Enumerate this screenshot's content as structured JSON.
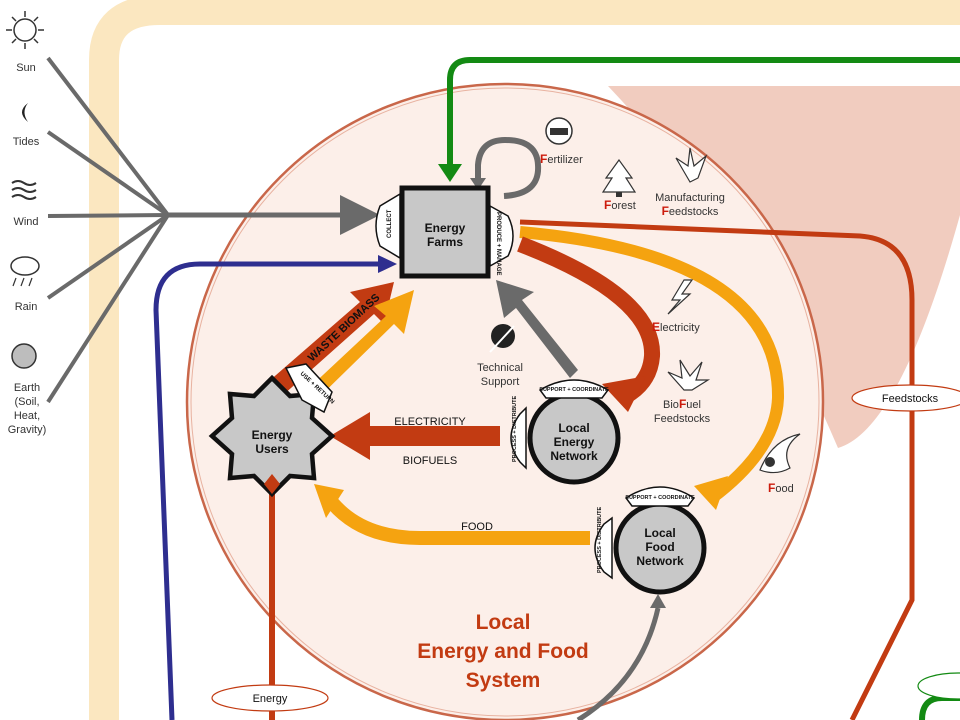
{
  "sources": [
    {
      "id": "sun",
      "label": "Sun",
      "icon": "sun-icon"
    },
    {
      "id": "tides",
      "label": "Tides",
      "icon": "moon-icon"
    },
    {
      "id": "wind",
      "label": "Wind",
      "icon": "wind-icon"
    },
    {
      "id": "rain",
      "label": "Rain",
      "icon": "rain-cloud-icon"
    },
    {
      "id": "earth",
      "label": "Earth",
      "label_lines": [
        "(Soil,",
        "Heat,",
        "Gravity)"
      ],
      "icon": "earth-sphere-icon"
    }
  ],
  "system": {
    "title_lines": [
      "Local",
      "Energy and Food",
      "System"
    ]
  },
  "nodes": {
    "energy_farms": {
      "lines": [
        "Energy",
        "Farms"
      ],
      "tab_left": "COLLECT",
      "tab_right": "PRODUCE + MANAGE"
    },
    "energy_users": {
      "lines": [
        "Energy",
        "Users"
      ],
      "tab": "USE + RETURN"
    },
    "local_energy_network": {
      "lines": [
        "Local",
        "Energy",
        "Network"
      ],
      "tab_top": "SUPPORT + COORDINATE",
      "tab_left": "PROCESS + DISTRIBUTE"
    },
    "local_food_network": {
      "lines": [
        "Local",
        "Food",
        "Network"
      ],
      "tab_top": "SUPPORT + COORDINATE",
      "tab_left": "PROCESS + DISTRIBUTE"
    }
  },
  "flows": {
    "waste_biomass": "WASTE BIOMASS",
    "electricity": "ELECTRICITY",
    "biofuels": "BIOFUELS",
    "food": "FOOD"
  },
  "products": {
    "fertilizer": {
      "first": "F",
      "rest": "ertilizer",
      "icon": "cow-icon"
    },
    "forest": {
      "first": "F",
      "rest": "orest",
      "icon": "tree-icon"
    },
    "manufacturing": {
      "line1": "Manufacturing",
      "first": "F",
      "rest": "eedstocks",
      "icon": "plant-icon"
    },
    "electricity": {
      "first": "E",
      "rest": "lectricity",
      "icon": "lightning-icon"
    },
    "biofuel": {
      "pre": "Bio",
      "first": "F",
      "rest": "uel",
      "line2": "Feedstocks",
      "icon": "palm-icon"
    },
    "food": {
      "first": "F",
      "rest": "ood",
      "icon": "cornucopia-icon"
    }
  },
  "technical_support": {
    "lines": [
      "Technical",
      "Support"
    ],
    "icon": "tools-icon"
  },
  "outside_labels": {
    "feedstocks": "Feedstocks",
    "energy": "Energy"
  },
  "colors": {
    "orange": "#f5a310",
    "red": "#c23b12",
    "gray": "#6a6a6a",
    "blue": "#2e2e8f",
    "green": "#138a13",
    "circle_fill": "#fcefe9",
    "circle_stroke": "#c9674a",
    "band": "#fbe7c0",
    "wedge": "#eec3b4"
  }
}
